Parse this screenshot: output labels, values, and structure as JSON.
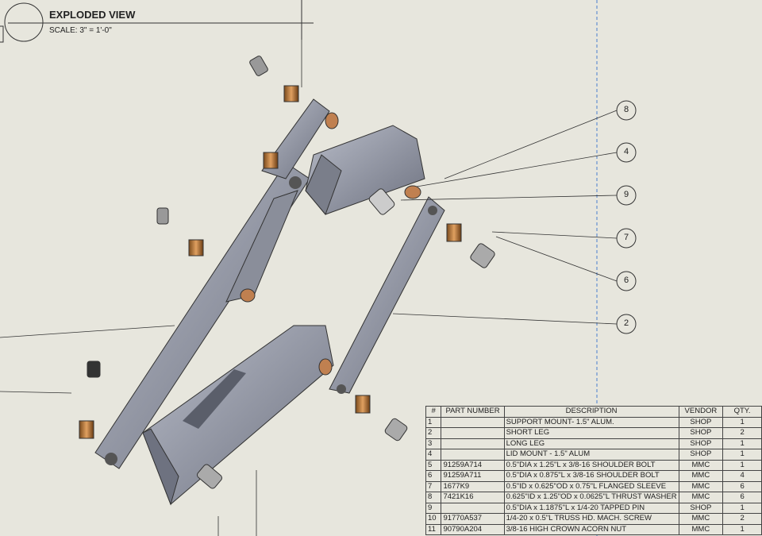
{
  "view": {
    "title": "EXPLODED VIEW",
    "scale": "SCALE: 3\" = 1'-0\""
  },
  "balloons": [
    "8",
    "4",
    "9",
    "7",
    "6",
    "2"
  ],
  "bom": {
    "headers": [
      "#",
      "PART NUMBER",
      "DESCRIPTION",
      "VENDOR",
      "QTY."
    ],
    "rows": [
      [
        "1",
        "",
        "SUPPORT MOUNT- 1.5\" ALUM.",
        "SHOP",
        "1"
      ],
      [
        "2",
        "",
        "SHORT LEG",
        "SHOP",
        "2"
      ],
      [
        "3",
        "",
        "LONG LEG",
        "SHOP",
        "1"
      ],
      [
        "4",
        "",
        "LID MOUNT - 1.5\" ALUM",
        "SHOP",
        "1"
      ],
      [
        "5",
        "91259A714",
        "0.5\"DIA x 1.25\"L x 3/8-16 SHOULDER BOLT",
        "MMC",
        "1"
      ],
      [
        "6",
        "91259A711",
        "0.5\"DIA x 0.875\"L x 3/8-16 SHOULDER BOLT",
        "MMC",
        "4"
      ],
      [
        "7",
        "1677K9",
        "0.5\"ID x 0.625\"OD x 0.75\"L FLANGED SLEEVE",
        "MMC",
        "6"
      ],
      [
        "8",
        "7421K16",
        "0.625\"ID x 1.25\"OD x 0.0625\"L THRUST WASHER",
        "MMC",
        "6"
      ],
      [
        "9",
        "",
        "0.5\"DIA x 1.1875\"L x 1/4-20 TAPPED PIN",
        "SHOP",
        "1"
      ],
      [
        "10",
        "91770A537",
        "1/4-20 x 0.5\"L TRUSS HD. MACH. SCREW",
        "MMC",
        "2"
      ],
      [
        "11",
        "90790A204",
        "3/8-16 HIGH CROWN ACORN NUT",
        "MMC",
        "1"
      ]
    ]
  }
}
